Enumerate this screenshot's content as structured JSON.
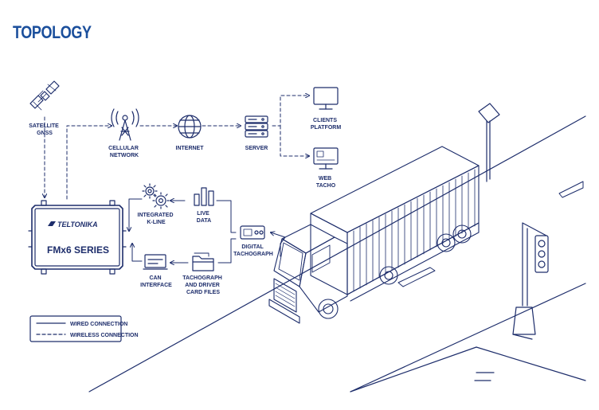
{
  "title": "TOPOLOGY",
  "nodes": {
    "satellite": [
      "SATELLITE",
      "GNSS"
    ],
    "cellular": [
      "CELLULAR",
      "NETWORK"
    ],
    "internet": [
      "INTERNET"
    ],
    "server": [
      "SERVER"
    ],
    "clients": [
      "CLIENTS",
      "PLATFORM"
    ],
    "web_tacho": [
      "WEB",
      "TACHO"
    ],
    "kline": [
      "INTEGRATED",
      "K-LINE"
    ],
    "live_data": [
      "LIVE",
      "DATA"
    ],
    "can": [
      "CAN",
      "INTERFACE"
    ],
    "tacho_files": [
      "TACHOGRAPH",
      "AND DRIVER",
      "CARD FILES"
    ],
    "digital_tacho": [
      "DIGITAL",
      "TACHOGRAPH"
    ]
  },
  "device": {
    "brand": "TELTONIKA",
    "model": "FMx6 SERIES"
  },
  "legend": {
    "wired": "WIRED CONNECTION",
    "wireless": "WIRELESS CONNECTION"
  },
  "colors": {
    "title": "#1b4f9c",
    "line": "#1d2d6b"
  }
}
